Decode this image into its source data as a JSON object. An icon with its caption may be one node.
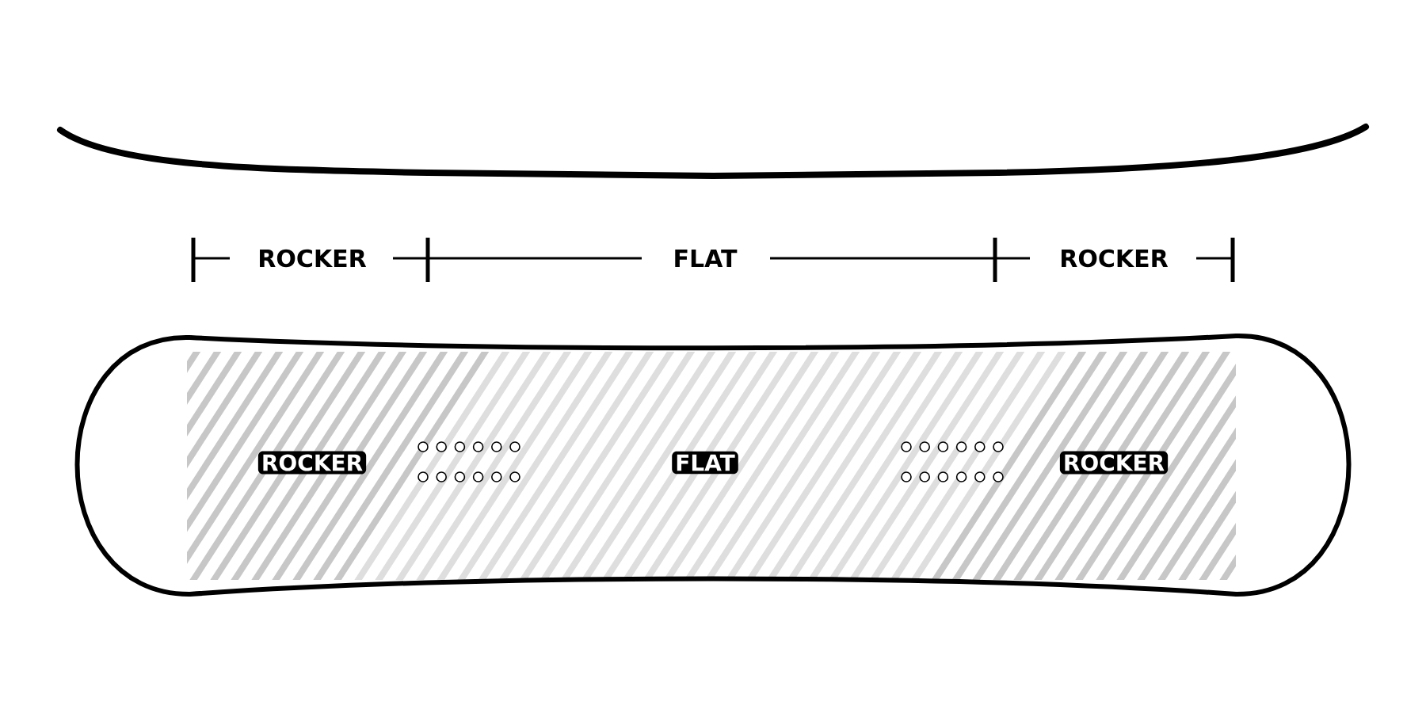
{
  "diagram": {
    "labels": [
      "ROCKER",
      "FLAT",
      "ROCKER",
      "ROCKER",
      "FLAT",
      "ROCKER"
    ]
  }
}
